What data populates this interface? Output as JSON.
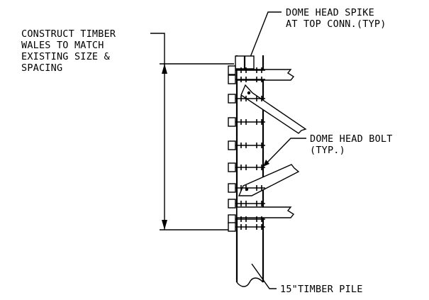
{
  "labels": {
    "spike_1": "DOME HEAD SPIKE",
    "spike_2": "AT TOP CONN.(TYP)",
    "wales_1": "CONSTRUCT TIMBER",
    "wales_2": "WALES TO MATCH",
    "wales_3": "EXISTING SIZE &",
    "wales_4": "SPACING",
    "bolt_1": "DOME HEAD BOLT",
    "bolt_2": "(TYP.)",
    "pile": "15\"TIMBER PILE"
  }
}
